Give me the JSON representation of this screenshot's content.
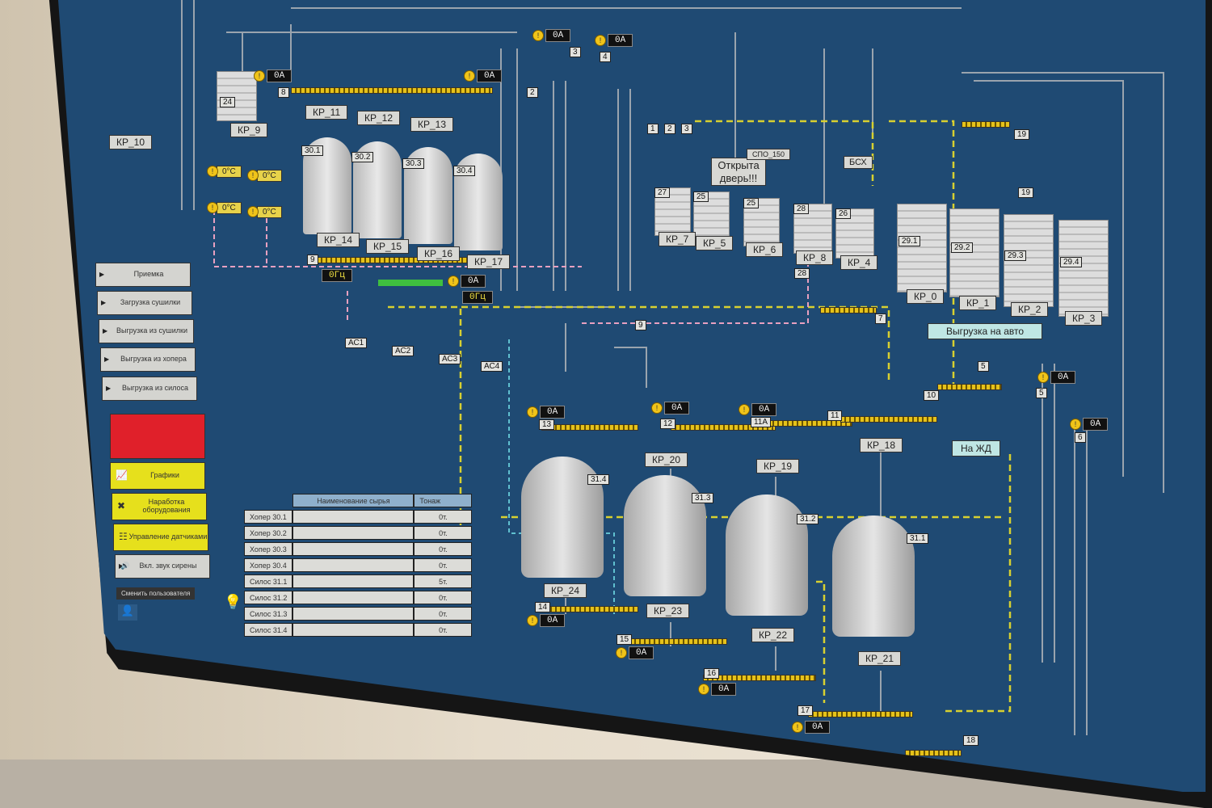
{
  "menu": {
    "items": [
      "Приемка",
      "Загрузка сушилки",
      "Выгрузка из сушилки",
      "Выгрузка из хопера",
      "Выгрузка из силоса"
    ],
    "actions": [
      {
        "label": "Графики",
        "icon": "chart-icon"
      },
      {
        "label": "Наработка оборудования",
        "icon": "wrench-icon"
      },
      {
        "label": "Управление датчиками",
        "icon": "sensor-icon"
      }
    ],
    "siren": "Вкл. звук сирены",
    "user": "Сменить пользователя"
  },
  "bins": [
    "КР_10",
    "КР_9",
    "КР_11",
    "КР_12",
    "КР_13",
    "КР_14",
    "КР_15",
    "КР_16",
    "КР_17",
    "КР_7",
    "КР_5",
    "КР_6",
    "КР_8",
    "КР_4",
    "КР_0",
    "КР_1",
    "КР_2",
    "КР_3",
    "КР_20",
    "КР_19",
    "КР_18",
    "КР_24",
    "КР_23",
    "КР_22",
    "КР_21"
  ],
  "silo_numbers": [
    "30.1",
    "30.2",
    "30.3",
    "30.4",
    "29.1",
    "29.2",
    "29.3",
    "29.4",
    "31.4",
    "31.3",
    "31.2",
    "31.1",
    "24",
    "27",
    "25",
    "25",
    "28",
    "26"
  ],
  "amps": [
    "0A",
    "0A",
    "0A",
    "0A",
    "0A",
    "0A",
    "0A",
    "0A",
    "0A",
    "0A",
    "0A",
    "0A",
    "0A",
    "0A"
  ],
  "freqs": [
    "0Гц",
    "0Гц"
  ],
  "dryer_temps": [
    "0°C",
    "0°C",
    "0°C",
    "0°C"
  ],
  "equip_numbers": [
    "8",
    "3",
    "4",
    "2",
    "9",
    "9",
    "5",
    "5",
    "6",
    "7",
    "10",
    "11",
    "11A",
    "12",
    "13",
    "14",
    "15",
    "16",
    "17",
    "18",
    "19",
    "19",
    "28",
    "1",
    "2",
    "3"
  ],
  "aspirators": [
    "АС1",
    "АС2",
    "АС3",
    "АС4"
  ],
  "buttons": {
    "unload_auto": "Выгрузка на авто",
    "rail": "На ЖД"
  },
  "door_alarm": "Открыта дверь!!!",
  "spo": "СПО_150",
  "bsh": "БСХ",
  "table": {
    "headers": [
      "Наименование сырья",
      "Тонаж"
    ],
    "rows": [
      {
        "name": "Хопер 30.1",
        "ton": "0т."
      },
      {
        "name": "Хопер 30.2",
        "ton": "0т."
      },
      {
        "name": "Хопер 30.3",
        "ton": "0т."
      },
      {
        "name": "Хопер 30.4",
        "ton": "0т."
      },
      {
        "name": "Силос 31.1",
        "ton": "5т."
      },
      {
        "name": "Силос 31.2",
        "ton": "0т."
      },
      {
        "name": "Силос 31.3",
        "ton": "0т."
      },
      {
        "name": "Силос 31.4",
        "ton": "0т."
      }
    ]
  },
  "colors": {
    "screen": "#1f4a73",
    "alarm": "#e0202a",
    "action": "#e6e01c",
    "warning": "#f0c419"
  }
}
